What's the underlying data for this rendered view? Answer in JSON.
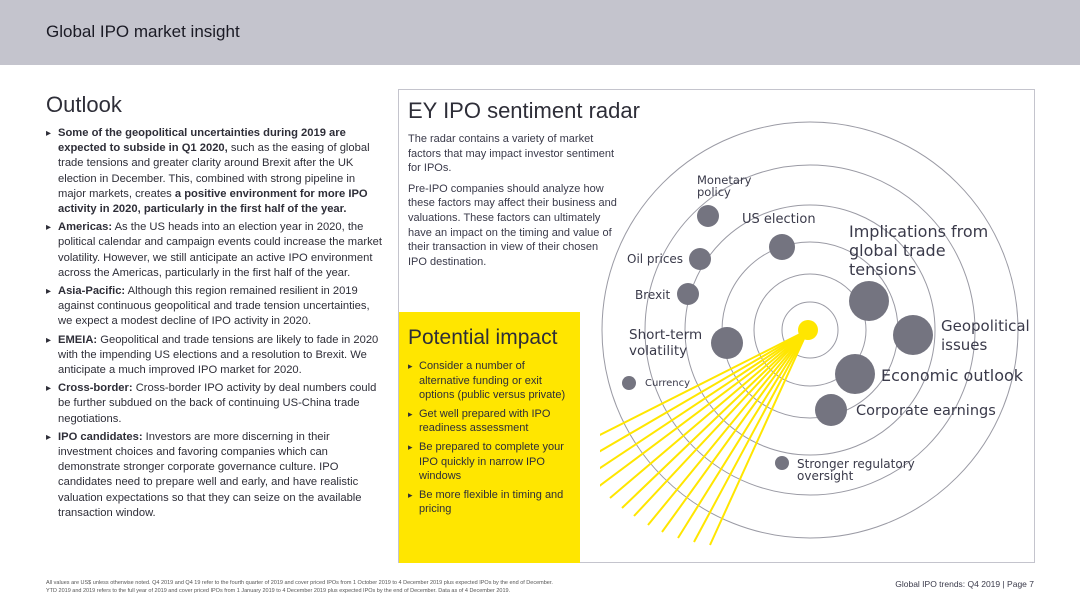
{
  "header": {
    "title": "Global IPO market insight"
  },
  "outlook": {
    "title": "Outlook",
    "items": [
      {
        "bold": "Some of the geopolitical uncertainties during 2019 are expected to subside in Q1 2020,",
        "text1": " such as the easing of global trade tensions and greater clarity around Brexit after the UK election in December. This, combined with strong pipeline in major markets, creates ",
        "bold2": "a positive environment for more IPO activity in 2020, particularly in the first half of the year."
      },
      {
        "bold": "Americas:",
        "text1": " As the US heads into an election year in 2020, the political calendar and campaign events could increase the market volatility. However, we still anticipate an active IPO environment across the Americas, particularly in the first half of the year."
      },
      {
        "bold": "Asia-Pacific:",
        "text1": " Although this region remained resilient in 2019 against continuous geopolitical and trade tension uncertainties, we expect a modest decline of IPO activity in 2020."
      },
      {
        "bold": "EMEIA:",
        "text1": " Geopolitical and trade tensions are likely to fade in 2020 with the impending US elections and a resolution to Brexit. We anticipate a much improved IPO market for 2020."
      },
      {
        "bold": "Cross-border:",
        "text1": " Cross-border IPO activity by deal numbers could be further subdued on the back of continuing US-China trade negotiations."
      },
      {
        "bold": "IPO candidates:",
        "text1": " Investors are more discerning in their investment choices and favoring companies which can demonstrate stronger corporate governance culture. IPO candidates need to prepare well and early, and have realistic valuation expectations so that they can seize on the available transaction window."
      }
    ]
  },
  "radar": {
    "title": "EY IPO sentiment radar",
    "desc1": "The radar contains a variety of market factors that may impact investor sentiment for IPOs.",
    "desc2": "Pre-IPO companies should analyze how these factors may affect their business and valuations. These factors can ultimately have an impact on the timing and value of their transaction in view of their chosen IPO destination.",
    "accent_color": "#ffe600",
    "dot_color": "#747480",
    "factors": {
      "monetary": "Monetary policy",
      "us_election": "US election",
      "implications": "Implications from global trade tensions",
      "oil": "Oil prices",
      "brexit": "Brexit",
      "short_term": "Short-term volatility",
      "geopolitical": "Geopolitical issues",
      "currency": "Currency",
      "economic": "Economic outlook",
      "corporate": "Corporate earnings",
      "stronger": "Stronger regulatory oversight"
    }
  },
  "impact": {
    "title": "Potential impact",
    "items": [
      "Consider a number of alternative funding or exit options (public versus private)",
      "Get well prepared with IPO readiness assessment",
      "Be prepared to complete your IPO quickly in narrow IPO windows",
      "Be more flexible in timing and pricing"
    ]
  },
  "footer": {
    "note1": "All values are US$ unless otherwise noted. Q4 2019 and Q4 19 refer to the fourth quarter of 2019 and cover priced IPOs from 1 October 2019 to 4 December 2019 plus expected IPOs by the end of December.",
    "note2": "YTD 2019 and 2019 refers to the full year of 2019 and cover priced IPOs from 1 January 2019 to 4 December 2019 plus expected IPOs by the end of December. Data as of 4 December 2019.",
    "page": "Global IPO trends: Q4 2019  |  Page 7"
  }
}
